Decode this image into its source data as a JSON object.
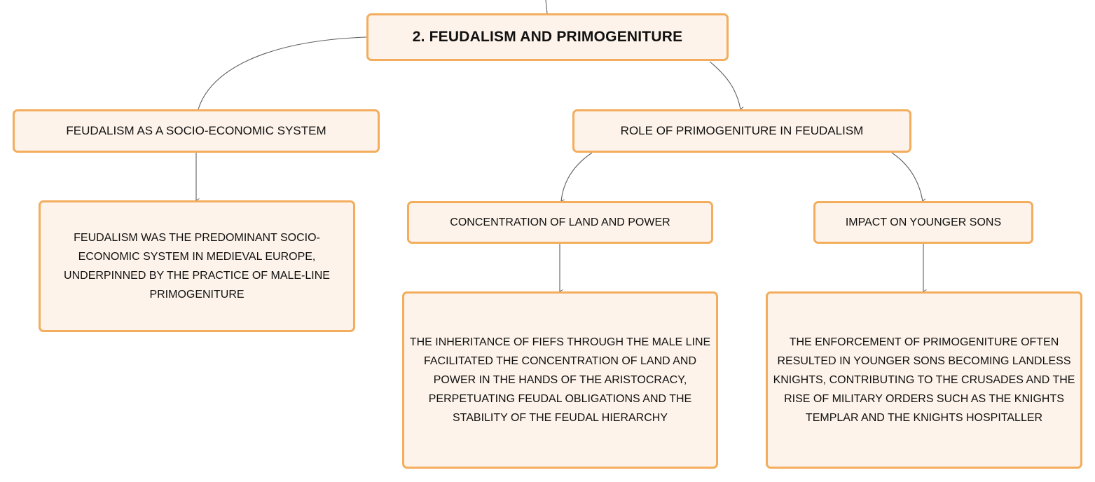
{
  "colors": {
    "node_fill": "#fdf3ea",
    "node_border": "#f3ad5c",
    "connector": "#5f5f5f",
    "text": "#111111"
  },
  "root": {
    "label": "2. FEUDALISM AND PRIMOGENITURE"
  },
  "branches": [
    {
      "label": "FEUDALISM AS A SOCIO-ECONOMIC SYSTEM",
      "description": "FEUDALISM WAS THE PREDOMINANT SOCIO-ECONOMIC SYSTEM IN MEDIEVAL EUROPE, UNDERPINNED BY THE PRACTICE OF MALE-LINE PRIMOGENITURE"
    },
    {
      "label": "ROLE OF PRIMOGENITURE IN FEUDALISM",
      "children": [
        {
          "label": "CONCENTRATION OF LAND AND POWER",
          "description": "THE INHERITANCE OF FIEFS THROUGH THE MALE LINE FACILITATED THE CONCENTRATION OF LAND AND POWER IN THE HANDS OF THE ARISTOCRACY, PERPETUATING FEUDAL OBLIGATIONS AND THE STABILITY OF THE FEUDAL HIERARCHY"
        },
        {
          "label": "IMPACT ON YOUNGER SONS",
          "description": "THE ENFORCEMENT OF PRIMOGENITURE OFTEN RESULTED IN YOUNGER SONS BECOMING LANDLESS KNIGHTS, CONTRIBUTING TO THE CRUSADES AND THE RISE OF MILITARY ORDERS SUCH AS THE KNIGHTS TEMPLAR AND THE KNIGHTS HOSPITALLER"
        }
      ]
    }
  ]
}
